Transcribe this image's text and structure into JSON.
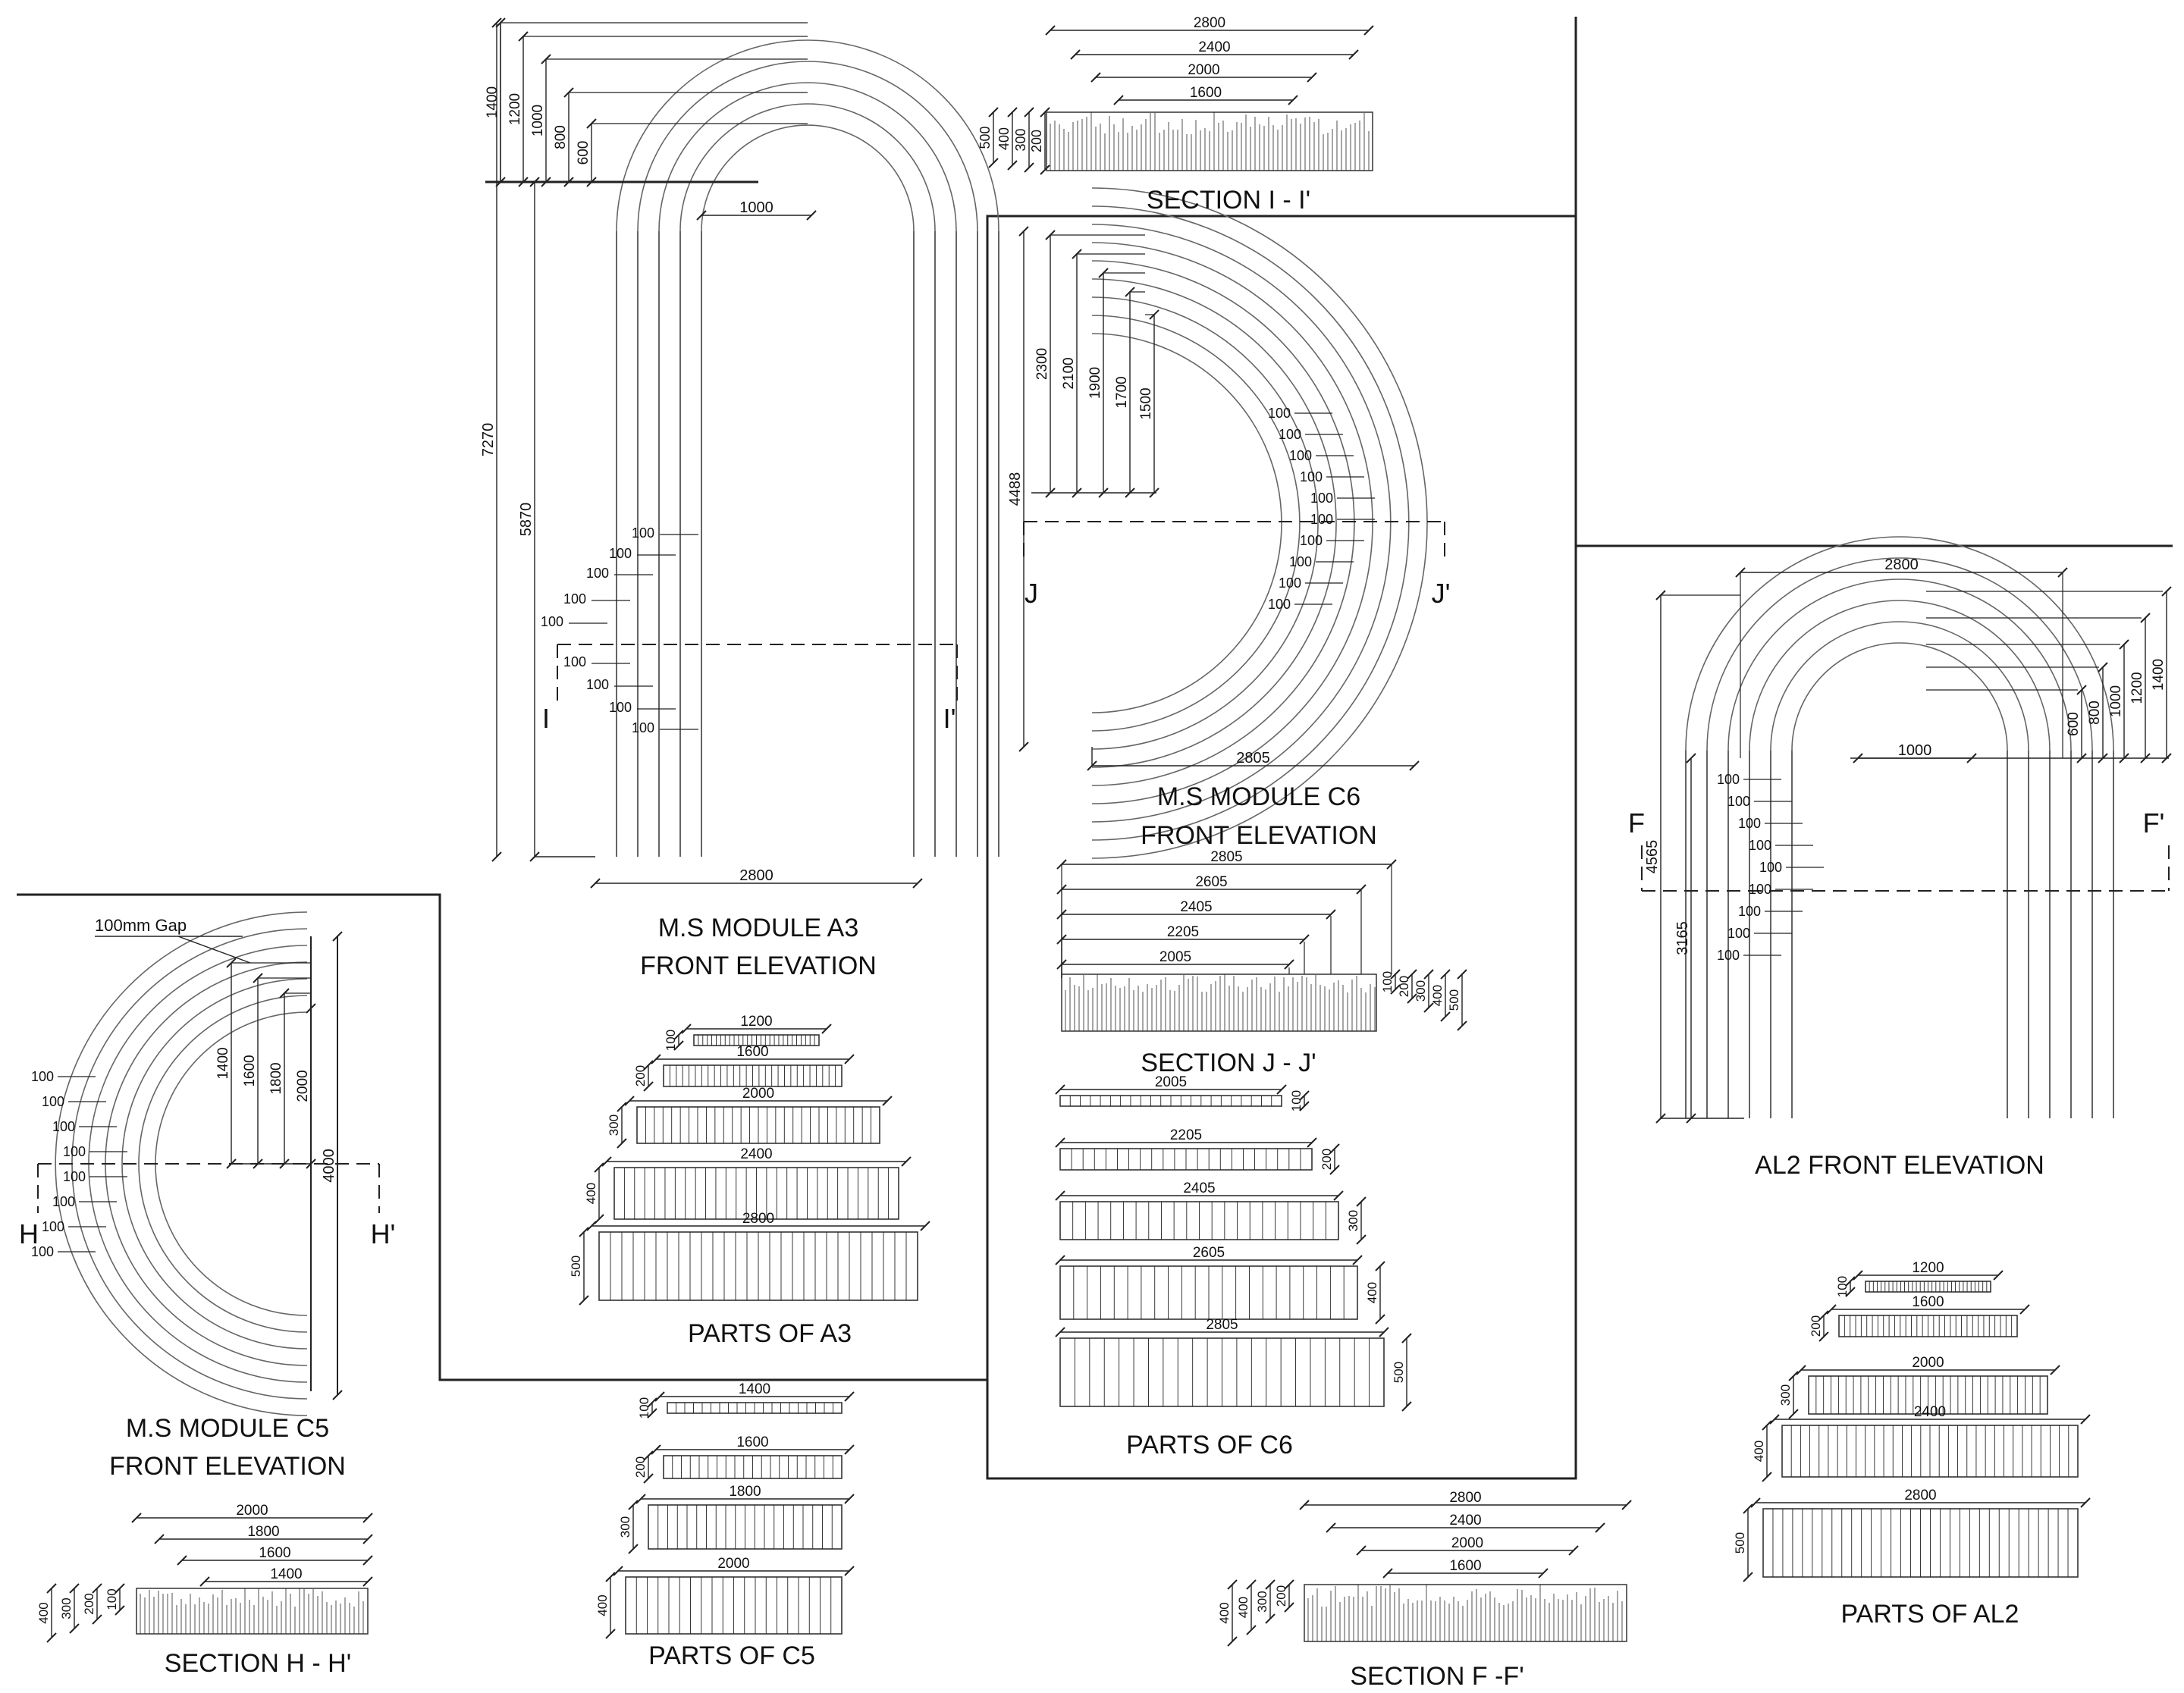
{
  "titles": {
    "a3_elev_1": "M.S MODULE A3",
    "a3_elev_2": "FRONT ELEVATION",
    "a3_parts": "PARTS OF A3",
    "sec_i": "SECTION I - I'",
    "c6_elev_1": "M.S MODULE C6",
    "c6_elev_2": "FRONT ELEVATION",
    "sec_j": "SECTION J - J'",
    "c6_parts": "PARTS OF C6",
    "al2_elev": "AL2 FRONT ELEVATION",
    "al2_parts": "PARTS OF AL2",
    "c5_elev_1": "M.S MODULE C5",
    "c5_elev_2": "FRONT ELEVATION",
    "sec_h": "SECTION H - H'",
    "c5_parts": "PARTS OF C5",
    "sec_f": "SECTION F -F'"
  },
  "markers": {
    "i": "I",
    "i2": "I'",
    "j": "J",
    "j2": "J'",
    "f": "F",
    "f2": "F'",
    "h": "H",
    "h2": "H'"
  },
  "notes": {
    "gap": "100mm Gap"
  },
  "a3": {
    "heights": [
      "1400",
      "1200",
      "1000",
      "800",
      "600"
    ],
    "overall": [
      "7270",
      "5870"
    ],
    "inner_width": "1000",
    "width": "2800",
    "gaps": [
      "100",
      "100",
      "100",
      "100",
      "100",
      "100",
      "100",
      "100",
      "100"
    ]
  },
  "sec_i_dims": {
    "widths": [
      "2800",
      "2400",
      "2000",
      "1600"
    ],
    "depths": [
      "500",
      "400",
      "300",
      "200"
    ]
  },
  "c6": {
    "radii": [
      "2300",
      "2100",
      "1900",
      "1700",
      "1500"
    ],
    "overall": "4488",
    "width": "2805",
    "gaps": [
      "100",
      "100",
      "100",
      "100",
      "100",
      "100",
      "100",
      "100",
      "100",
      "100"
    ]
  },
  "sec_j_dims": {
    "widths": [
      "2805",
      "2605",
      "2405",
      "2205",
      "2005"
    ],
    "depths": [
      "100",
      "200",
      "300",
      "400",
      "500"
    ]
  },
  "a3_parts": [
    {
      "w": "1200",
      "h": "100"
    },
    {
      "w": "1600",
      "h": "200"
    },
    {
      "w": "2000",
      "h": "300"
    },
    {
      "w": "2400",
      "h": "400"
    },
    {
      "w": "2800",
      "h": "500"
    }
  ],
  "c6_parts": [
    {
      "w": "2005",
      "h": "100"
    },
    {
      "w": "2205",
      "h": "200"
    },
    {
      "w": "2405",
      "h": "300"
    },
    {
      "w": "2605",
      "h": "400"
    },
    {
      "w": "2805",
      "h": "500"
    }
  ],
  "al2": {
    "width": "2800",
    "heights": [
      "600",
      "800",
      "1000",
      "1200",
      "1400"
    ],
    "inner_width": "1000",
    "overall": [
      "4565",
      "3165"
    ],
    "gaps": [
      "100",
      "100",
      "100",
      "100",
      "100",
      "100",
      "100",
      "100",
      "100"
    ]
  },
  "al2_parts": [
    {
      "w": "1200",
      "h": "100"
    },
    {
      "w": "1600",
      "h": "200"
    },
    {
      "w": "2000",
      "h": "300"
    },
    {
      "w": "2400",
      "h": "400"
    },
    {
      "w": "2800",
      "h": "500"
    }
  ],
  "c5": {
    "heights": [
      "1400",
      "1600",
      "1800",
      "2000"
    ],
    "overall": "4000",
    "gaps": [
      "100",
      "100",
      "100",
      "100",
      "100",
      "100",
      "100",
      "100"
    ]
  },
  "sec_h_dims": {
    "widths": [
      "2000",
      "1800",
      "1600",
      "1400"
    ],
    "depths": [
      "400",
      "300",
      "200",
      "100"
    ]
  },
  "c5_parts": [
    {
      "w": "1400",
      "h": "100"
    },
    {
      "w": "1600",
      "h": "200"
    },
    {
      "w": "1800",
      "h": "300"
    },
    {
      "w": "2000",
      "h": "400"
    }
  ],
  "sec_f_dims": {
    "widths": [
      "2800",
      "2400",
      "2000",
      "1600"
    ],
    "depths": [
      "400",
      "400",
      "300",
      "200"
    ]
  }
}
